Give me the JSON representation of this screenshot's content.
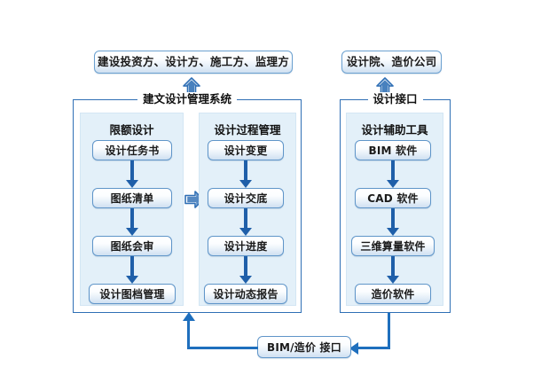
{
  "diagram": {
    "actors": [
      {
        "id": "actor-left",
        "label": "建设投资方、设计方、施工方、监理方"
      },
      {
        "id": "actor-right",
        "label": "设计院、造价公司"
      }
    ],
    "groups": [
      {
        "id": "group-left",
        "title": "建文设计管理系统"
      },
      {
        "id": "group-right",
        "title": "设计接口"
      }
    ],
    "panels": [
      {
        "id": "panel-quota-design",
        "title": "限额设计",
        "steps": [
          "设计任务书",
          "图纸清单",
          "图纸会审",
          "设计图档管理"
        ]
      },
      {
        "id": "panel-process-management",
        "title": "设计过程管理",
        "steps": [
          "设计变更",
          "设计交底",
          "设计进度",
          "设计动态报告"
        ]
      },
      {
        "id": "panel-design-tools",
        "title": "设计辅助工具",
        "steps": [
          "BIM 软件",
          "CAD 软件",
          "三维算量软件",
          "造价软件"
        ]
      }
    ],
    "interface_box": {
      "id": "bim-cost-interface",
      "label": "BIM/造价  接口"
    },
    "connectors": {
      "up_arrow_left": "block-arrow-up",
      "up_arrow_right": "block-arrow-up",
      "cross_panel_arrow": "block-arrow-right",
      "feedback_to_left_group": "arrow-up",
      "feedback_to_interface": "arrow-left"
    },
    "colors": {
      "border_blue": "#5f95c9",
      "group_border_blue": "#2f6fb5",
      "panel_fill": "#e3f0f9",
      "arrow_blue": "#1f5fa9",
      "connector_blue": "#1f6fbd",
      "background": "#ffffff",
      "text": "#111111"
    }
  }
}
